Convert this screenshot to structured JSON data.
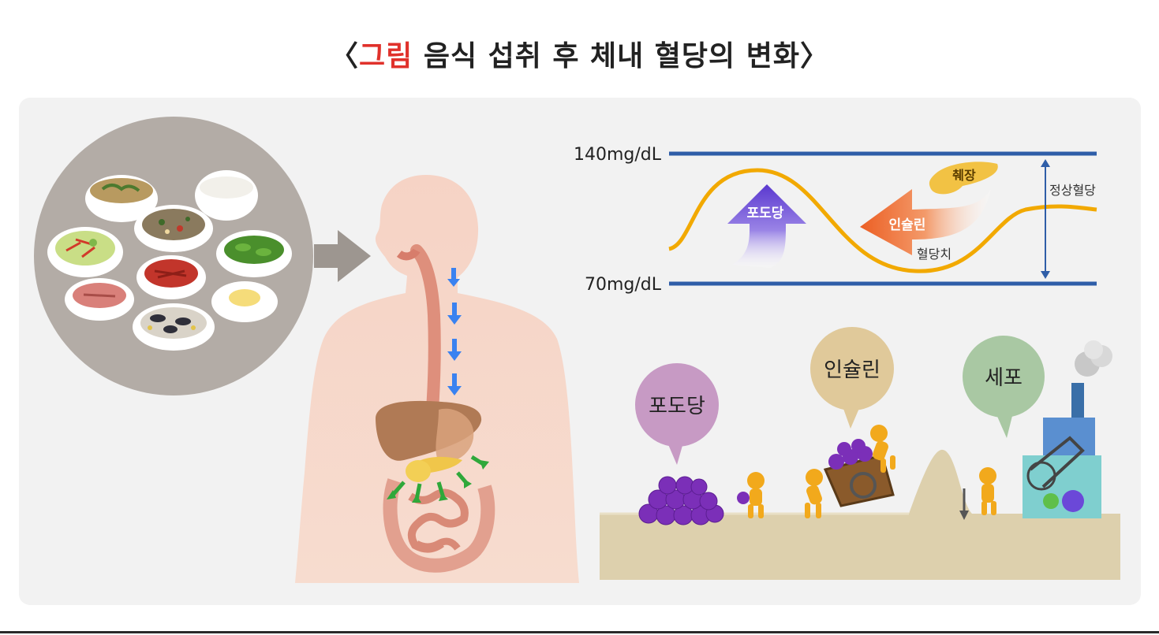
{
  "title": {
    "open_bracket": "〈",
    "accent": "그림",
    "main": " 음식 섭취 후 체내 혈당의 변화",
    "close_bracket": "〉"
  },
  "chart": {
    "upper_limit_label": "140mg/dL",
    "lower_limit_label": "70mg/dL",
    "glucose_arrow_label": "포도당",
    "insulin_arrow_label": "인슐린",
    "pancreas_label": "췌장",
    "curve_label": "혈당치",
    "normal_range_label": "정상혈당"
  },
  "scene": {
    "glucose_bubble": "포도당",
    "insulin_bubble": "인슐린",
    "cell_bubble": "세포"
  },
  "colors": {
    "accent": "#e0312b",
    "limit_line": "#2f5ea8",
    "curve": "#f2a900",
    "glucose_arrow": "#6a4cd6",
    "insulin_arrow": "#ef6a2b",
    "bubble_glucose": "#c79ac4",
    "bubble_insulin": "#e0c99a",
    "bubble_cell": "#a9c8a3",
    "ground": "#ddd0ad"
  }
}
